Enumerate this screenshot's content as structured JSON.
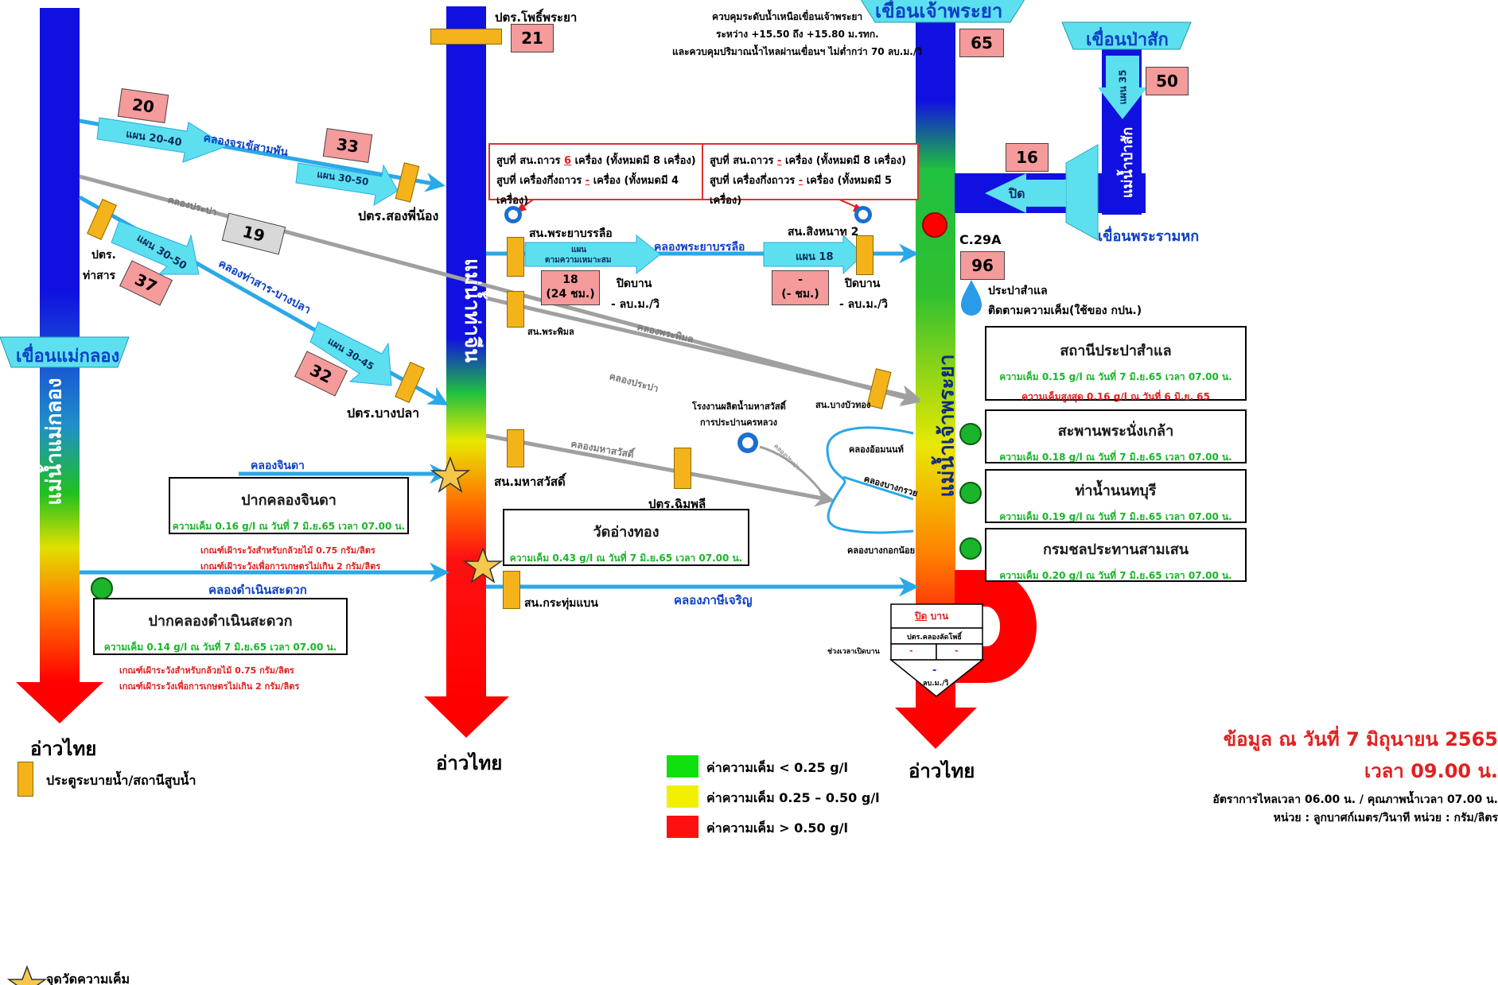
{
  "rivers": {
    "mae_klong": "แม่น้ำแม่กลอง",
    "tha_chin": "แม่น้ำท่าจีน",
    "chao_phraya": "แม่น้ำเจ้าพระยา",
    "pa_sak": "แม่น้ำป่าสัก"
  },
  "dams": {
    "mae_klong": "เขื่อนแม่กลอง",
    "chao_phraya": "เขื่อนเจ้าพระยา",
    "pa_sak": "เขื่อนป่าสัก",
    "rama6": "เขื่อนพระรามหก"
  },
  "gulf_label": "อ่าวไทย",
  "top_control": {
    "line1": "ควบคุมระดับน้ำเหนือเขื่อนเจ้าพระยา",
    "line2": "ระหว่าง +15.50 ถึง +15.80 ม.รทก.",
    "line3": "และควบคุมปริมาณน้ำไหลผ่านเขื่อนฯ ไม่ต่ำกว่า 70 ลบ.ม./วิ"
  },
  "flows": {
    "pho_phraya": "21",
    "chao_phraya_dam": "65",
    "pa_sak": "50",
    "rama6": "16",
    "c29a": "96",
    "chorakhe": "20",
    "song_phi_nong": "33",
    "pra_pa": "19",
    "tha_san": "37",
    "bang_pla": "32",
    "phraya_banlue": "18",
    "phraya_banlue_sub": "(24 ชม.)",
    "sing_hanat": "-",
    "sing_hanat_sub": "(- ชม.)"
  },
  "plans": {
    "chorakhe": "แผน 20-40",
    "song_phi_nong": "แผน 30-50",
    "tha_san": "แผน 30-50",
    "bang_pla": "แผน 30-45",
    "phraya_banlue_a": "แผน",
    "phraya_banlue_b": "ตามความเหมาะสม",
    "sing_hanat": "แผน 18",
    "pa_sak": "แผน 35"
  },
  "labels": {
    "pho_phraya": "ปตร.โพธิ์พระยา",
    "khlong_chorakhe": "คลองจรเข้สามพัน",
    "song_phi_nong": "ปตร.สองพี่น้อง",
    "khlong_pra_pa_a": "คลองประปา",
    "tha_san_a": "ปตร.",
    "tha_san_b": "ท่าสาร",
    "khlong_tha_san": "คลองท่าสาร-บางปลา",
    "bang_pla": "ปตร.บางปลา",
    "khlong_jinda": "คลองจินดา",
    "khlong_damnoen": "คลองดำเนินสะดวก",
    "phraya_banlue_st": "สน.พระยาบรรลือ",
    "khlong_phraya_banlue": "คลองพระยาบรรลือ",
    "sing_hanat_st": "สน.สิงหนาท 2",
    "close_a": "ปิดบาน",
    "unit_a": "- ลบ.ม./วิ",
    "close_b": "ปิดบาน",
    "unit_b": "- ลบ.ม./วิ",
    "phra_phimon_st": "สน.พระพิมล",
    "khlong_phra_phimon": "คลองพระพิมล",
    "khlong_pra_pa_b": "คลองประปา",
    "bang_bua_thong": "สน.บางบัวทอง",
    "water_plant_a": "โรงงานผลิตน้ำมหาสวัสดิ์",
    "water_plant_b": "การประปานครหลวง",
    "khlong_pra_pa_c": "คลองประปา",
    "mahasawat_st": "สน.มหาสวัสดิ์",
    "khlong_mahasawat": "คลองมหาสวัสดิ์",
    "chimphli": "ปตร.ฉิมพลี",
    "om_non": "คลองอ้อมนนท์",
    "bang_kruai": "คลองบางกรวย",
    "bangkok_noi": "คลองบางกอกน้อย",
    "krathum_baen": "สน.กระทุ่มแบน",
    "khlong_phasi": "คลองภาษีเจริญ",
    "close_pasak": "ปิด",
    "c29a": "C.29A",
    "samlae_a": "ประปาสำแล",
    "samlae_b": "ติดตามความเค็ม(ใช้ของ กปน.)",
    "lat_pho_time": "ช่วงเวลาเปิดบาน"
  },
  "pump_boxes": {
    "left_l1_pre": "สูบที่ สน.ถาวร ",
    "left_l1_val": "6",
    "left_l1_post": " เครื่อง (ทั้งหมดมี 8 เครื่อง)",
    "left_l2_pre": "สูบที่ เครื่องกึ่งถาวร ",
    "left_l2_val": "-",
    "left_l2_post": " เครื่อง (ทั้งหมดมี 4 เครื่อง)",
    "right_l1_pre": "สูบที่ สน.ถาวร ",
    "right_l1_val": "-",
    "right_l1_post": " เครื่อง (ทั้งหมดมี 8 เครื่อง)",
    "right_l2_pre": "สูบที่ เครื่องกึ่งถาวร ",
    "right_l2_val": "-",
    "right_l2_post": " เครื่อง (ทั้งหมดมี 5 เครื่อง)"
  },
  "stations": {
    "jinda": {
      "name": "ปากคลองจินดา",
      "salinity": "ความเค็ม 0.16 g/l ณ วันที่ 7 มิ.ย.65 เวลา 07.00 น."
    },
    "ang_thong": {
      "name": "วัดอ่างทอง",
      "salinity": "ความเค็ม 0.43 g/l ณ วันที่ 7 มิ.ย.65 เวลา 07.00 น."
    },
    "damnoen": {
      "name": "ปากคลองดำเนินสะดวก",
      "salinity": "ความเค็ม 0.14 g/l ณ วันที่ 7 มิ.ย.65 เวลา 07.00 น."
    },
    "samlae": {
      "name": "สถานีประปาสำแล",
      "salinity": "ความเค็ม 0.15 g/l ณ วันที่ 7 มิ.ย.65 เวลา 07.00 น.",
      "max": "ความเค็มสูงสุด 0.16 g/l ณ วันที่ 6 มิ.ย. 65"
    },
    "nang_klao": {
      "name": "สะพานพระนั่งเกล้า",
      "salinity": "ความเค็ม 0.18 g/l ณ วันที่ 7 มิ.ย.65 เวลา 07.00 น."
    },
    "nonthaburi": {
      "name": "ท่าน้ำนนทบุรี",
      "salinity": "ความเค็ม 0.19 g/l ณ วันที่ 7 มิ.ย.65 เวลา 07.00 น."
    },
    "samsen": {
      "name": "กรมชลประทานสามเสน",
      "salinity": "ความเค็ม 0.20 g/l ณ วันที่ 7 มิ.ย.65 เวลา 07.00 น."
    }
  },
  "criteria": {
    "a1": "เกณฑ์เฝ้าระวังสำหรับกล้วยไม้ 0.75 กรัม/ลิตร",
    "a2": "เกณฑ์เฝ้าระวังเพื่อการเกษตรไม่เกิน 2 กรัม/ลิตร",
    "b1": "เกณฑ์เฝ้าระวังสำหรับกล้วยไม้ 0.75 กรัม/ลิตร",
    "b2": "เกณฑ์เฝ้าระวังเพื่อการเกษตรไม่เกิน 2 กรัม/ลิตร"
  },
  "lat_pho": {
    "state": "ปิด",
    "state_suffix": " บาน",
    "name": "ปตร.คลองลัดโพธิ์",
    "v1": "-",
    "v2": "-",
    "flow": "-",
    "unit": "ลบ.ม./วิ"
  },
  "legend": {
    "gate": "ประตูระบายน้ำ/สถานีสูบน้ำ",
    "star": "จุดวัดความเค็ม",
    "green": "ค่าความเค็ม  < 0.25 g/l",
    "yellow": "ค่าความเค็ม 0.25 – 0.50 g/l",
    "red": "ค่าความเค็ม  > 0.50 g/l"
  },
  "footer": {
    "date": "ข้อมูล ณ วันที่ 7 มิถุนายน 2565",
    "time": "เวลา 09.00 น.",
    "note1": "อัตราการไหลเวลา 06.00 น. / คุณภาพน้ำเวลา 07.00 น.",
    "note2": "หน่วย : ลูกบาศก์เมตร/วินาที   หน่วย : กรัม/ลิตร"
  },
  "colors": {
    "river_top": "#1010e0",
    "salinity_green": "#1ab52a",
    "salinity_yellow": "#f0f000",
    "salinity_red": "#ff1010",
    "canal": "#2aa8e8",
    "canal_gray": "#a0a0a0",
    "badge": "#f59b9b",
    "gate": "#f5b31b",
    "dam_cyan": "#5ce0f0"
  }
}
